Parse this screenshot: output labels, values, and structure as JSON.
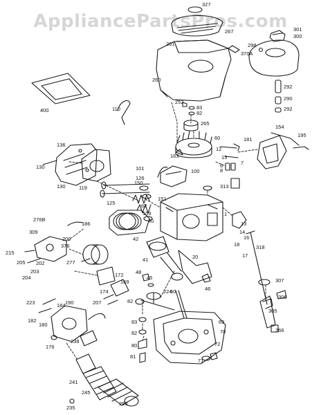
{
  "watermark": "AppliancePartsPros.com",
  "colors": {
    "ink": "#1a1a1a",
    "watermark": "#d6d6d6",
    "background": "#ffffff"
  },
  "parts": [
    {
      "id": "p327",
      "label": "327"
    },
    {
      "id": "p261",
      "label": "261"
    },
    {
      "id": "p267",
      "label": "267"
    },
    {
      "id": "p301",
      "label": "301"
    },
    {
      "id": "p300",
      "label": "300"
    },
    {
      "id": "p260",
      "label": "260"
    },
    {
      "id": "p370a",
      "label": "370A"
    },
    {
      "id": "p298",
      "label": "298"
    },
    {
      "id": "p292a",
      "label": "292"
    },
    {
      "id": "p290",
      "label": "290"
    },
    {
      "id": "p292b",
      "label": "292"
    },
    {
      "id": "p400",
      "label": "400"
    },
    {
      "id": "p110",
      "label": "110"
    },
    {
      "id": "p252",
      "label": "252"
    },
    {
      "id": "p83a",
      "label": "83"
    },
    {
      "id": "p82a",
      "label": "82"
    },
    {
      "id": "p265",
      "label": "265"
    },
    {
      "id": "p60",
      "label": "60"
    },
    {
      "id": "p181",
      "label": "181"
    },
    {
      "id": "p154",
      "label": "154"
    },
    {
      "id": "p195",
      "label": "195"
    },
    {
      "id": "p136",
      "label": "136"
    },
    {
      "id": "p130a",
      "label": "130"
    },
    {
      "id": "p130b",
      "label": "130"
    },
    {
      "id": "p119",
      "label": "119"
    },
    {
      "id": "p163",
      "label": "163"
    },
    {
      "id": "p12",
      "label": "12"
    },
    {
      "id": "p15",
      "label": "15"
    },
    {
      "id": "p6",
      "label": "6"
    },
    {
      "id": "p8",
      "label": "8"
    },
    {
      "id": "p7",
      "label": "7"
    },
    {
      "id": "p101",
      "label": "101"
    },
    {
      "id": "p100",
      "label": "100"
    },
    {
      "id": "p126",
      "label": "126"
    },
    {
      "id": "p150",
      "label": "150"
    },
    {
      "id": "p313",
      "label": "313"
    },
    {
      "id": "p125",
      "label": "125"
    },
    {
      "id": "p151",
      "label": "151"
    },
    {
      "id": "p62",
      "label": "62"
    },
    {
      "id": "p159",
      "label": "159"
    },
    {
      "id": "p40",
      "label": "40"
    },
    {
      "id": "p1",
      "label": "1"
    },
    {
      "id": "p13",
      "label": "13"
    },
    {
      "id": "p14",
      "label": "14"
    },
    {
      "id": "p276b",
      "label": "276B"
    },
    {
      "id": "p186",
      "label": "186"
    },
    {
      "id": "p309",
      "label": "309"
    },
    {
      "id": "p200",
      "label": "200"
    },
    {
      "id": "p42",
      "label": "42"
    },
    {
      "id": "p16",
      "label": "16"
    },
    {
      "id": "p318",
      "label": "318"
    },
    {
      "id": "p376",
      "label": "376"
    },
    {
      "id": "p18",
      "label": "18"
    },
    {
      "id": "p17",
      "label": "17"
    },
    {
      "id": "p215",
      "label": "215"
    },
    {
      "id": "p205",
      "label": "205"
    },
    {
      "id": "p202",
      "label": "202"
    },
    {
      "id": "p203",
      "label": "203"
    },
    {
      "id": "p204",
      "label": "204"
    },
    {
      "id": "p277",
      "label": "277"
    },
    {
      "id": "p41",
      "label": "41"
    },
    {
      "id": "p20",
      "label": "20"
    },
    {
      "id": "p307",
      "label": "307"
    },
    {
      "id": "p48",
      "label": "48"
    },
    {
      "id": "p45",
      "label": "45"
    },
    {
      "id": "p172",
      "label": "172"
    },
    {
      "id": "p169",
      "label": "169"
    },
    {
      "id": "p174",
      "label": "174"
    },
    {
      "id": "p224",
      "label": "224"
    },
    {
      "id": "p60b",
      "label": "60"
    },
    {
      "id": "p46",
      "label": "46"
    },
    {
      "id": "p306",
      "label": "306"
    },
    {
      "id": "p223",
      "label": "223"
    },
    {
      "id": "p184",
      "label": "184"
    },
    {
      "id": "p190",
      "label": "190"
    },
    {
      "id": "p207",
      "label": "207"
    },
    {
      "id": "p82b",
      "label": "82"
    },
    {
      "id": "p305",
      "label": "305"
    },
    {
      "id": "p182",
      "label": "182"
    },
    {
      "id": "p180",
      "label": "180"
    },
    {
      "id": "p83b",
      "label": "83"
    },
    {
      "id": "p69",
      "label": "69"
    },
    {
      "id": "p70",
      "label": "70"
    },
    {
      "id": "p176",
      "label": "176"
    },
    {
      "id": "p238",
      "label": "238"
    },
    {
      "id": "p82c",
      "label": "82"
    },
    {
      "id": "p72",
      "label": "72"
    },
    {
      "id": "p80",
      "label": "80"
    },
    {
      "id": "p81",
      "label": "81"
    },
    {
      "id": "p71",
      "label": "71"
    },
    {
      "id": "p241",
      "label": "241"
    },
    {
      "id": "p245",
      "label": "245"
    },
    {
      "id": "p260b",
      "label": "260"
    },
    {
      "id": "p235",
      "label": "235"
    },
    {
      "id": "p266",
      "label": "266"
    }
  ]
}
